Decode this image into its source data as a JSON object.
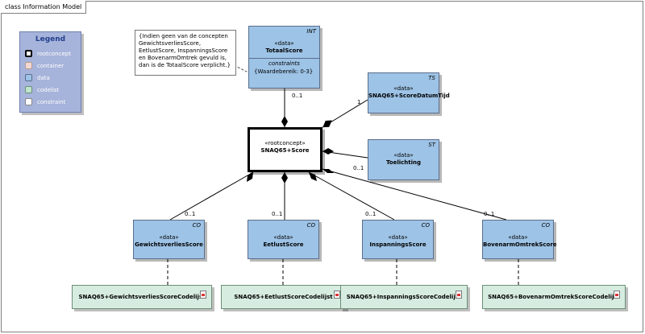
{
  "frame": {
    "title": "class Information Model"
  },
  "legend": {
    "title": "Legend",
    "items": [
      {
        "label": "rootconcept",
        "color": "#ffffff",
        "border": "#000000"
      },
      {
        "label": "container",
        "color": "#f2d7d0",
        "border": "#b89a92"
      },
      {
        "label": "data",
        "color": "#9dc3e6",
        "border": "#5a6e8c"
      },
      {
        "label": "codelist",
        "color": "#bfe3cc",
        "border": "#6b8f76"
      },
      {
        "label": "constraint",
        "color": "#ffffff",
        "border": "#888888"
      }
    ]
  },
  "note": {
    "text": "{Indien geen van de concepten GewichtsverliesScore, EetlustScore, InspanningsScore en BovenarmOmtrek gevuld is, dan is de TotaalScore verplicht.}"
  },
  "root": {
    "stereotype": "«rootconcept»",
    "name": "SNAQ65+Score"
  },
  "classes": {
    "totaal": {
      "stereotype": "«data»",
      "name": "TotaalScore",
      "tag": "INT",
      "constraints_label": "constraints",
      "constraint": "{Waardebereik: 0-3}"
    },
    "datum": {
      "stereotype": "«data»",
      "name": "SNAQ65+ScoreDatumTijd",
      "tag": "TS"
    },
    "toelichting": {
      "stereotype": "«data»",
      "name": "Toelichting",
      "tag": "ST"
    },
    "gewicht": {
      "stereotype": "«data»",
      "name": "GewichtsverliesScore",
      "tag": "CO"
    },
    "eetlust": {
      "stereotype": "«data»",
      "name": "EetlustScore",
      "tag": "CO"
    },
    "inspanning": {
      "stereotype": "«data»",
      "name": "InspanningsScore",
      "tag": "CO"
    },
    "bovenarm": {
      "stereotype": "«data»",
      "name": "BovenarmOmtrekScore",
      "tag": "CO"
    }
  },
  "codelists": {
    "gewicht": "SNAQ65+GewichtsverliesScoreCodelijst",
    "eetlust": "SNAQ65+EetlustScoreCodelijst",
    "inspanning": "SNAQ65+InspanningsScoreCodelijst",
    "bovenarm": "SNAQ65+BovenarmOmtrekScoreCodelijst"
  },
  "multiplicities": {
    "totaal": "0..1",
    "datum": "1",
    "toelichting": "0..1",
    "gewicht": "0..1",
    "eetlust": "0..1",
    "inspanning": "0..1",
    "bovenarm": "0..1"
  }
}
